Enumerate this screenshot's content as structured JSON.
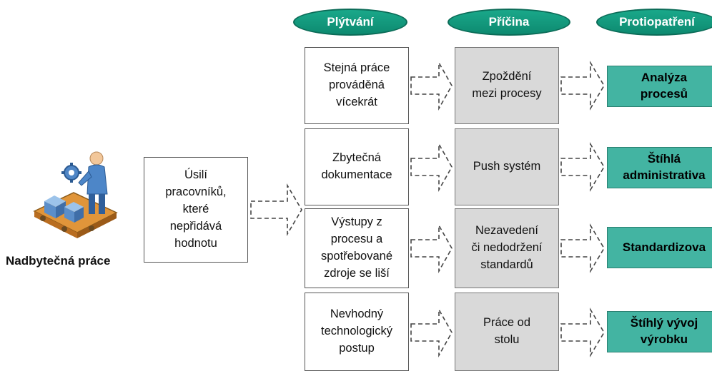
{
  "headers": {
    "waste": "Plýtvání",
    "cause": "Příčina",
    "countermeasure": "Protiopatření"
  },
  "worker": {
    "label": "Nadbytečná práce"
  },
  "effort_box": [
    "Úsilí",
    "pracovníků,",
    "které",
    "nepřidává",
    "hodnotu"
  ],
  "rows": [
    {
      "waste": [
        "Stejná práce",
        "prováděná",
        "vícekrát"
      ],
      "cause": [
        "Zpoždění",
        "mezi procesy"
      ],
      "countermeasure": [
        "Analýza",
        "procesů"
      ]
    },
    {
      "waste": [
        "Zbytečná",
        "dokumentace"
      ],
      "cause": [
        "Push systém"
      ],
      "countermeasure": [
        "Štíhlá",
        "administrativa"
      ]
    },
    {
      "waste": [
        "Výstupy z",
        "procesu a",
        "spotřebované",
        "zdroje se liší"
      ],
      "cause": [
        "Nezavedení",
        "či nedodržení",
        "standardů"
      ],
      "countermeasure": [
        "Standardizova"
      ]
    },
    {
      "waste": [
        "Nevhodný",
        "technologický",
        "postup"
      ],
      "cause": [
        "Práce od",
        "stolu"
      ],
      "countermeasure": [
        "Štíhlý vývoj",
        "výrobku"
      ]
    }
  ],
  "colors": {
    "header_fill": "#0d8a70",
    "countermeasure_fill": "#43b4a2",
    "cause_fill": "#d9d9d9"
  }
}
